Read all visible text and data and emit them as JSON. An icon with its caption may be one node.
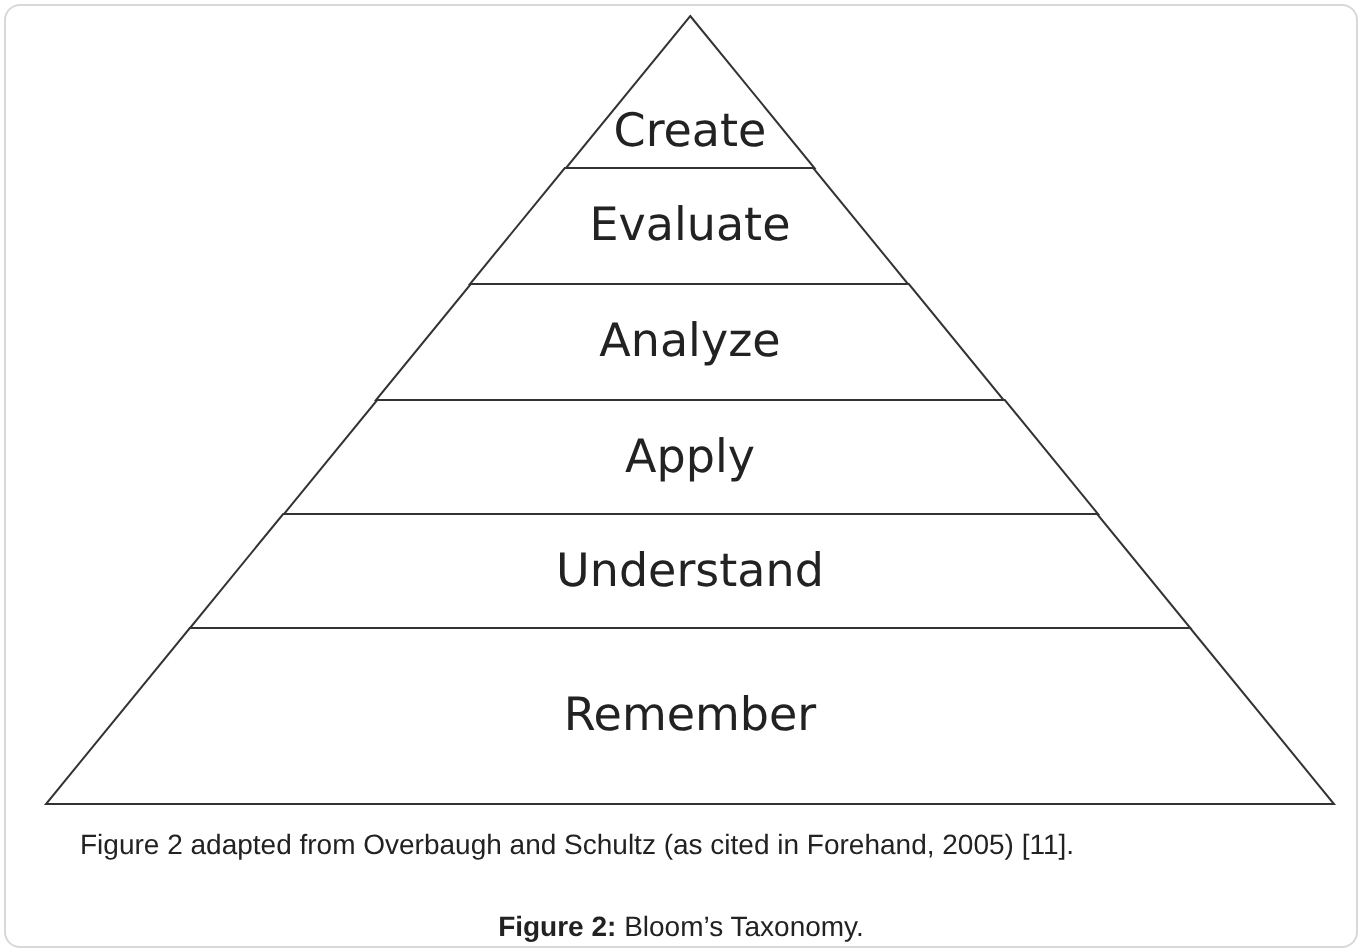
{
  "diagram": {
    "caption": "**Figure 2:** Bloom’s Taxonomy.",
    "nodes": [
      {
        "text": [
          "Create"
        ]
      },
      {
        "text": [
          "Evaluate"
        ]
      },
      {
        "text": [
          "Analyze"
        ]
      },
      {
        "text": [
          "Apply"
        ]
      },
      {
        "text": [
          "Understand"
        ]
      },
      {
        "text": [
          "Remember"
        ]
      }
    ],
    "labels": [
      "Figure 2 adapted from Overbaugh and Schultz (as cited in Forehand, 2005) [11]."
    ]
  }
}
